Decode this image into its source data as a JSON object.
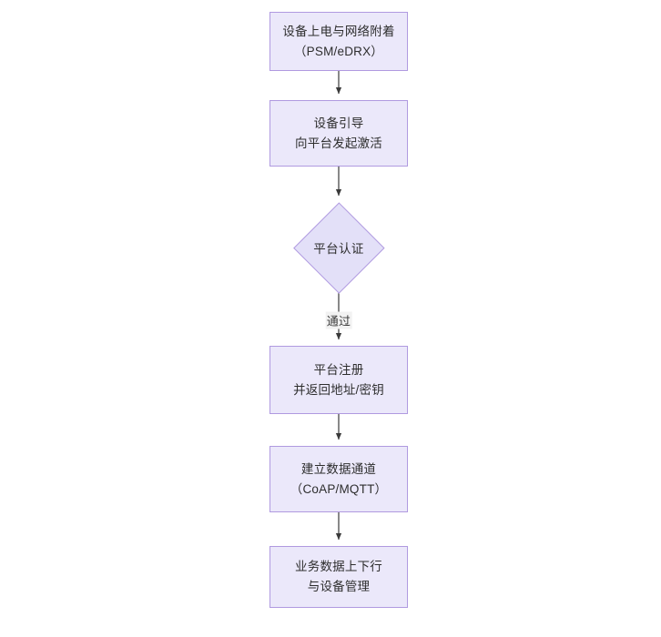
{
  "diagram": {
    "type": "flowchart",
    "orientation": "top-to-bottom",
    "title_text": "",
    "colors": {
      "node_fill": "#EBE8FA",
      "node_border": "#B09AE0",
      "decision_fill": "#E3E0F8",
      "edge_stroke": "#3a3a3a",
      "text": "#2e2e2e",
      "background": "#ffffff"
    },
    "nodes": [
      {
        "id": "power-on",
        "shape": "rect",
        "line1": "设备上电与网络附着",
        "line2": "（PSM/eDRX）"
      },
      {
        "id": "bootstrap",
        "shape": "rect",
        "line1": "设备引导",
        "line2": "向平台发起激活"
      },
      {
        "id": "platform-auth",
        "shape": "diamond",
        "line1": "平台认证",
        "line2": ""
      },
      {
        "id": "platform-register",
        "shape": "rect",
        "line1": "平台注册",
        "line2": "并返回地址/密钥"
      },
      {
        "id": "data-channel",
        "shape": "rect",
        "line1": "建立数据通道",
        "line2": "（CoAP/MQTT）"
      },
      {
        "id": "business-data",
        "shape": "rect",
        "line1": "业务数据上下行",
        "line2": "与设备管理"
      }
    ],
    "edges": [
      {
        "from": "power-on",
        "to": "bootstrap",
        "label": ""
      },
      {
        "from": "bootstrap",
        "to": "platform-auth",
        "label": ""
      },
      {
        "from": "platform-auth",
        "to": "platform-register",
        "label": "通过"
      },
      {
        "from": "platform-register",
        "to": "data-channel",
        "label": ""
      },
      {
        "from": "data-channel",
        "to": "business-data",
        "label": ""
      }
    ]
  }
}
